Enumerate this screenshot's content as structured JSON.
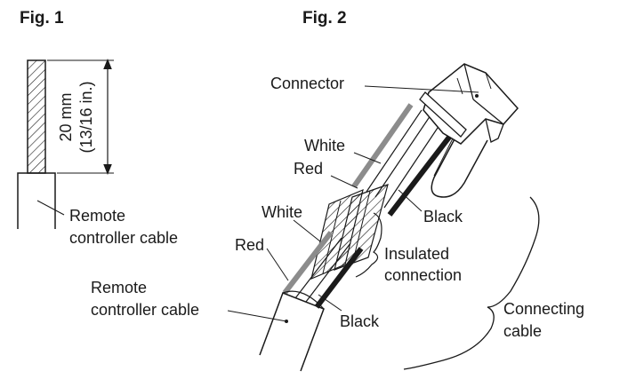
{
  "figures": {
    "fig1": {
      "title": "Fig. 1",
      "dimension_mm": "20 mm",
      "dimension_in": "(13/16 in.)",
      "label_line1": "Remote",
      "label_line2": "controller cable"
    },
    "fig2": {
      "title": "Fig. 2",
      "connector": "Connector",
      "white_upper": "White",
      "red_upper": "Red",
      "black_upper": "Black",
      "white_lower": "White",
      "red_lower": "Red",
      "insulated_line1": "Insulated",
      "insulated_line2": "connection",
      "remote_line1": "Remote",
      "remote_line2": "controller cable",
      "black_lower": "Black",
      "connecting_line1": "Connecting",
      "connecting_line2": "cable"
    }
  },
  "colors": {
    "line": "#1a1a1a",
    "grey_wire": "#8c8c8c",
    "black_wire": "#1a1a1a"
  }
}
